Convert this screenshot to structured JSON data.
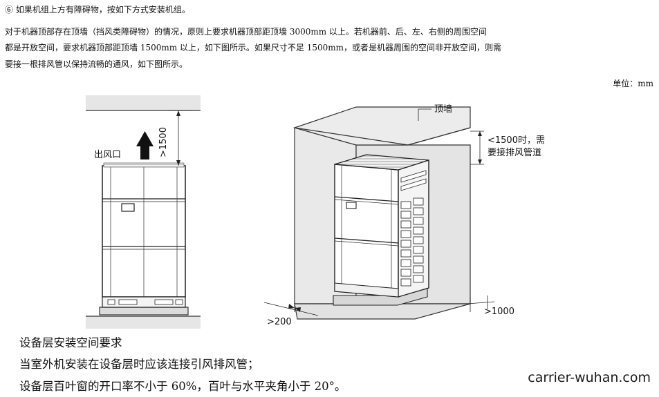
{
  "doc": {
    "heading": "⑥ 如果机组上方有障碍物，按如下方式安装机组。",
    "para_line1": "对于机器顶部存在顶墙（挡风类障碍物）的情况，原则上要求机器顶部距顶墙 3000mm 以上。若机器前、后、左、右侧的周围空间",
    "para_line2": "都是开放空间，要求机器顶部距顶墙 1500mm 以上，如下图所示。如果尺寸不足 1500mm，或者是机器周围的空间非开放空间，则需",
    "para_line3": "要接一根排风管以保持流畅的通风，如下图所示。",
    "unit": "单位：mm"
  },
  "figure": {
    "left": {
      "dim": ">1500",
      "outlet": "出风口"
    },
    "right": {
      "wall_label": "顶墙",
      "note_line1": "<1500时，需",
      "note_line2": "要接排风管道",
      "dim_left": ">200",
      "dim_right": ">1000"
    }
  },
  "bottom": {
    "line1": "设备层安装空间要求",
    "line2": "当室外机安装在设备层时应该连接引风排风管；",
    "line3": "设备层百叶窗的开口率不小于 60%，百叶与水平夹角小于 20°。"
  },
  "watermark": "carrier-wuhan.com"
}
